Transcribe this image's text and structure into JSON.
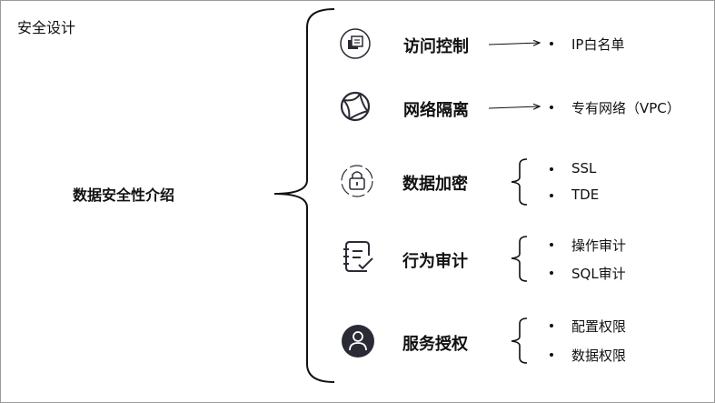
{
  "title": "安全设计",
  "center_label": "数据安全性介绍",
  "categories": [
    {
      "label": "访问控制",
      "icon": "window-stack-icon",
      "items": [
        "IP白名单"
      ]
    },
    {
      "label": "网络隔离",
      "icon": "network-globe-icon",
      "items": [
        "专有网络（VPC）"
      ]
    },
    {
      "label": "数据加密",
      "icon": "lock-icon",
      "items": [
        "SSL",
        "TDE"
      ]
    },
    {
      "label": "行为审计",
      "icon": "audit-checklist-icon",
      "items": [
        "操作审计",
        "SQL审计"
      ]
    },
    {
      "label": "服务授权",
      "icon": "user-icon",
      "items": [
        "配置权限",
        "数据权限"
      ]
    }
  ],
  "colors": {
    "line": "#111111",
    "icon": "#2b2b35",
    "border": "#9a9a9a"
  }
}
